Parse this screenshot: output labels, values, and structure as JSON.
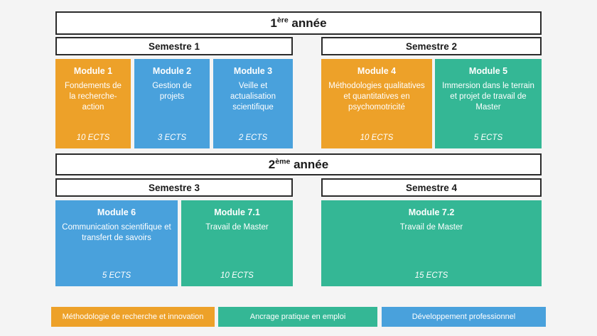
{
  "background_color": "#f4f4f4",
  "palette": {
    "orange": "#eda129",
    "blue": "#49a1dc",
    "green": "#34b795",
    "header_border": "#2b2b2b",
    "header_fill": "#ffffff"
  },
  "years": [
    {
      "label_number": "1",
      "label_ordinal": "ère",
      "label_suffix": " année",
      "full_label": "1ère année",
      "semesters": [
        {
          "label": "Semestre 1"
        },
        {
          "label": "Semestre 2"
        }
      ]
    },
    {
      "label_number": "2",
      "label_ordinal": "ème",
      "label_suffix": " année",
      "full_label": "2ème année",
      "semesters": [
        {
          "label": "Semestre 3"
        },
        {
          "label": "Semestre 4"
        }
      ]
    }
  ],
  "modules": [
    {
      "title": "Module 1",
      "description": "Fondements de la recherche-action",
      "ects": "10 ECTS",
      "color": "orange",
      "semester": "Semestre 1"
    },
    {
      "title": "Module 2",
      "description": "Gestion de projets",
      "ects": "3 ECTS",
      "color": "blue",
      "semester": "Semestre 1"
    },
    {
      "title": "Module 3",
      "description": "Veille et actualisation scientifique",
      "ects": "2 ECTS",
      "color": "blue",
      "semester": "Semestre 1"
    },
    {
      "title": "Module 4",
      "description": "Méthodologies qualitatives et quantitatives en psychomotricité",
      "ects": "10 ECTS",
      "color": "orange",
      "semester": "Semestre 2"
    },
    {
      "title": "Module 5",
      "description": "Immersion dans le terrain et projet de travail de Master",
      "ects": "5 ECTS",
      "color": "green",
      "semester": "Semestre 2"
    },
    {
      "title": "Module 6",
      "description": "Communication scientifique et transfert de savoirs",
      "ects": "5 ECTS",
      "color": "blue",
      "semester": "Semestre 3"
    },
    {
      "title": "Module 7.1",
      "description": "Travail de Master",
      "ects": "10 ECTS",
      "color": "green",
      "semester": "Semestre 3"
    },
    {
      "title": "Module 7.2",
      "description": "Travail de Master",
      "ects": "15 ECTS",
      "color": "green",
      "semester": "Semestre 4"
    }
  ],
  "legend": [
    {
      "label": "Méthodologie de recherche et innovation",
      "color": "orange"
    },
    {
      "label": "Ancrage pratique en emploi",
      "color": "green"
    },
    {
      "label": "Développement professionnel",
      "color": "blue"
    }
  ]
}
